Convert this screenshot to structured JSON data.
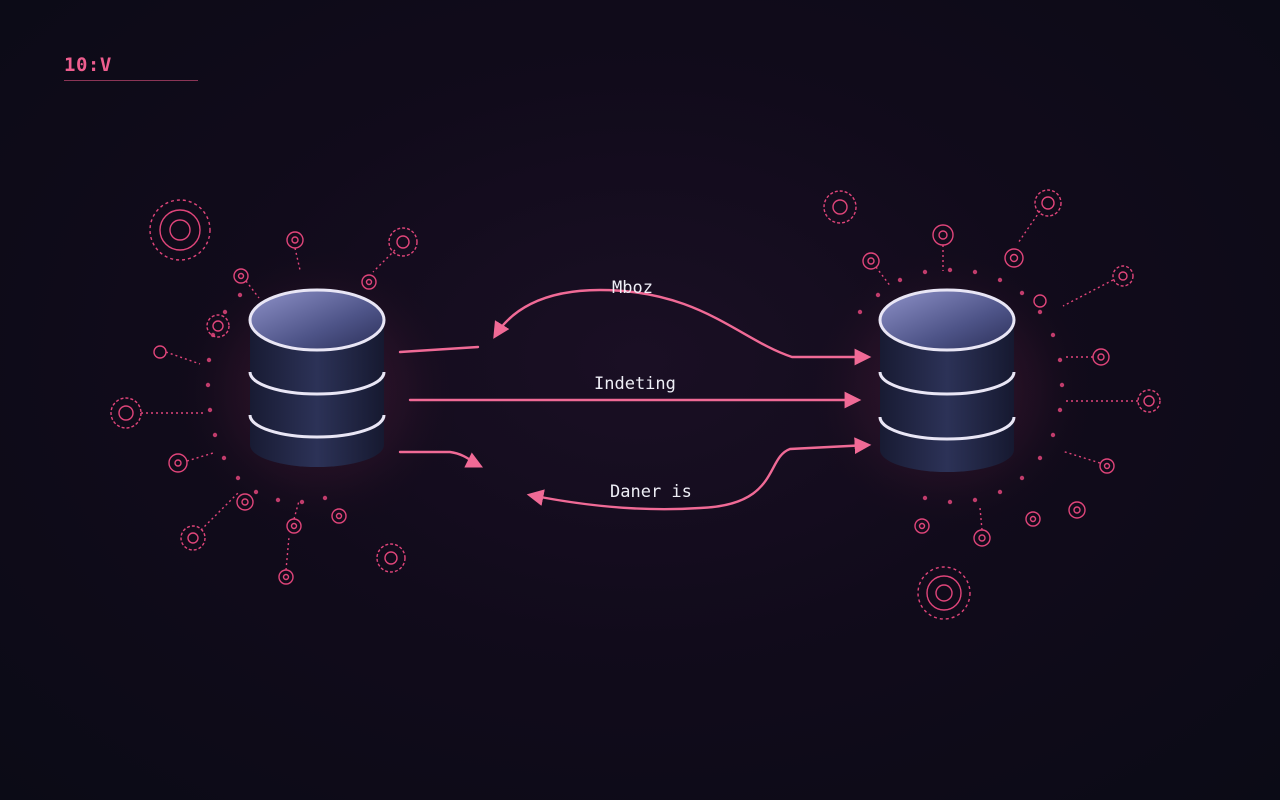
{
  "header": {
    "brand": "10:V"
  },
  "diagram": {
    "nodes": [
      {
        "id": "left-db",
        "kind": "database"
      },
      {
        "id": "right-db",
        "kind": "database"
      }
    ],
    "flows": [
      {
        "label": "Mboz",
        "from": "right-db",
        "to": "left-db",
        "bidirectional": true
      },
      {
        "label": "Indeting",
        "from": "left-db",
        "to": "right-db"
      },
      {
        "label": "Daner is",
        "from": "left-db",
        "to": "right-db",
        "bidirectional": true
      }
    ],
    "colors": {
      "accent": "#ee5d8e",
      "glow": "#e0457a",
      "cylinder": "#24294a",
      "rim": "#e9e6f5",
      "background": "#110b1b"
    }
  }
}
